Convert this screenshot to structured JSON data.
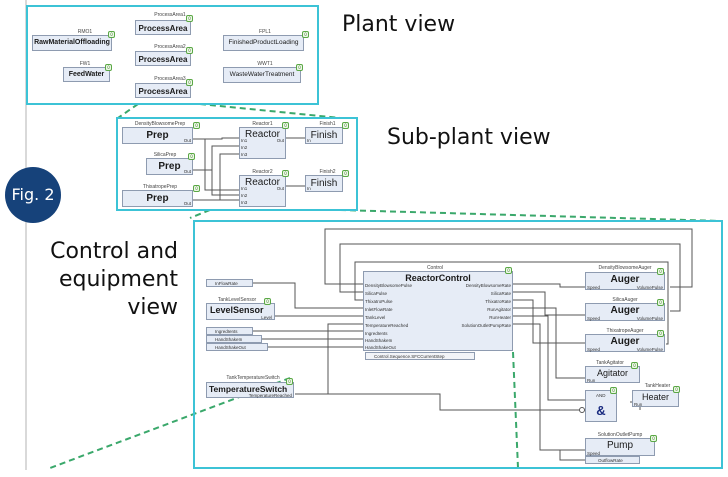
{
  "figure_label": "Fig. 2",
  "colors": {
    "panel_border": "#3cc3d6",
    "callout_dash": "#3aa86b",
    "fig_badge": "#16427a",
    "block_fill": "#e6ecf6"
  },
  "plant_view": {
    "title": "Plant view",
    "blocks": [
      {
        "instance": "RMO1",
        "name": "RawMaterialOffloading",
        "badge": "0"
      },
      {
        "instance": "FW1",
        "name": "FeedWater",
        "badge": "0"
      },
      {
        "instance": "ProcessArea1",
        "name": "ProcessArea",
        "badge": "0"
      },
      {
        "instance": "ProcessArea2",
        "name": "ProcessArea",
        "badge": "0"
      },
      {
        "instance": "ProcessArea3",
        "name": "ProcessArea",
        "badge": "0"
      },
      {
        "instance": "FPL1",
        "name": "FinishedProductLoading",
        "badge": "0"
      },
      {
        "instance": "WWT1",
        "name": "WasteWaterTreatment",
        "badge": "0"
      }
    ]
  },
  "subplant_view": {
    "title": "Sub-plant view",
    "preps": [
      {
        "instance": "DensityBlowsomePrep",
        "name": "Prep",
        "out": "Out",
        "badge": "0"
      },
      {
        "instance": "SilicaPrep",
        "name": "Prep",
        "out": "Out",
        "badge": "0"
      },
      {
        "instance": "ThixatropePrep",
        "name": "Prep",
        "out": "Out",
        "badge": "0"
      }
    ],
    "reactors": [
      {
        "instance": "Reactor1",
        "name": "Reactor",
        "inputs": [
          "In1",
          "In2",
          "In3"
        ],
        "out": "Out",
        "badge": "0"
      },
      {
        "instance": "Reactor2",
        "name": "Reactor",
        "inputs": [
          "In1",
          "In2",
          "In3"
        ],
        "out": "Out",
        "badge": "0"
      }
    ],
    "finishes": [
      {
        "instance": "Finish1",
        "name": "Finish",
        "in": "In",
        "badge": "0"
      },
      {
        "instance": "Finish2",
        "name": "Finish",
        "in": "In",
        "badge": "0"
      }
    ]
  },
  "control_view": {
    "title_lines": [
      "Control and",
      "equipment",
      "view"
    ],
    "inputs": [
      {
        "name": "InFlowRate"
      },
      {
        "name": "IngredIents"
      },
      {
        "name": "HandShakeIn"
      },
      {
        "name": "HandShakeOut"
      }
    ],
    "level_sensor": {
      "instance": "TankLevelSensor",
      "name": "LevelSensor",
      "out": "Level",
      "badge": "0"
    },
    "temp_switch": {
      "instance": "TankTemperatureSwitch",
      "name": "TemperatureSwitch",
      "out": "TemperatureReached",
      "badge": "0"
    },
    "reactor_control": {
      "instance": "Control",
      "name": "ReactorControl",
      "badge": "0",
      "left_pins": [
        "DensityBlowsomePulse",
        "SilicaPulse",
        "ThixatroPulse",
        "InletFlowRate",
        "TankLevel",
        "TemperatureReached",
        "IngredIents",
        "HandShakeIn",
        "HandShakeOut"
      ],
      "right_pins": [
        "DensityBlowsomeRate",
        "SilicaRate",
        "ThixatroRate",
        "RunAgitator",
        "RunHeater",
        "SolutionOutletPumpRate"
      ],
      "sequence": "Control.Sequence.SFCCurrentStep"
    },
    "augers": [
      {
        "instance": "DensityBlowsomeAuger",
        "name": "Auger",
        "in": "Speed",
        "out": "VolumePulse",
        "badge": "0"
      },
      {
        "instance": "SilicaAuger",
        "name": "Auger",
        "in": "Speed",
        "out": "VolumePulse",
        "badge": "0"
      },
      {
        "instance": "ThixatropeAuger",
        "name": "Auger",
        "in": "Speed",
        "out": "VolumePulse",
        "badge": "0"
      }
    ],
    "agitator": {
      "instance": "TankAgitator",
      "name": "Agitator",
      "in": "Run",
      "badge": "0"
    },
    "and_gate": {
      "instance": "AND",
      "symbol": "&",
      "badge": "0"
    },
    "heater": {
      "instance": "TankHeater",
      "name": "Heater",
      "in": "Run",
      "badge": "0"
    },
    "pump": {
      "instance": "SolutionOutletPump",
      "name": "Pump",
      "in": "Speed",
      "out": "OutflowRate",
      "badge": "0"
    }
  }
}
